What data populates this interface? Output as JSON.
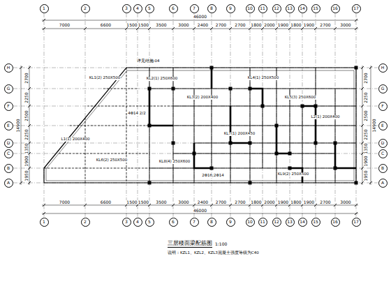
{
  "diagram": {
    "title": "三层楼面梁配筋图",
    "caption": "说明：KZL1、KZL2、KZL3混凝土强度等级为C40",
    "nodes": [
      {
        "text": [
          "1"
        ]
      },
      {
        "text": [
          "2"
        ]
      },
      {
        "text": [
          "3"
        ]
      },
      {
        "text": [
          "4"
        ]
      },
      {
        "text": [
          "5"
        ]
      },
      {
        "text": [
          "6"
        ]
      },
      {
        "text": [
          "7"
        ]
      },
      {
        "text": [
          "8"
        ]
      },
      {
        "text": [
          "9"
        ]
      },
      {
        "text": [
          "10"
        ]
      },
      {
        "text": [
          "11"
        ]
      },
      {
        "text": [
          "12"
        ]
      },
      {
        "text": [
          "13"
        ]
      },
      {
        "text": [
          "14"
        ]
      },
      {
        "text": [
          "15"
        ]
      },
      {
        "text": [
          "16"
        ]
      },
      {
        "text": [
          "17"
        ]
      },
      {
        "text": [
          "1"
        ]
      },
      {
        "text": [
          "2"
        ]
      },
      {
        "text": [
          "3"
        ]
      },
      {
        "text": [
          "4"
        ]
      },
      {
        "text": [
          "5"
        ]
      },
      {
        "text": [
          "6"
        ]
      },
      {
        "text": [
          "7"
        ]
      },
      {
        "text": [
          "8"
        ]
      },
      {
        "text": [
          "9"
        ]
      },
      {
        "text": [
          "10"
        ]
      },
      {
        "text": [
          "11"
        ]
      },
      {
        "text": [
          "12"
        ]
      },
      {
        "text": [
          "13"
        ]
      },
      {
        "text": [
          "14"
        ]
      },
      {
        "text": [
          "15"
        ]
      },
      {
        "text": [
          "16"
        ]
      },
      {
        "text": [
          "17"
        ]
      },
      {
        "text": [
          "H"
        ]
      },
      {
        "text": [
          "G"
        ]
      },
      {
        "text": [
          "F"
        ]
      },
      {
        "text": [
          "E"
        ]
      },
      {
        "text": [
          "D"
        ]
      },
      {
        "text": [
          "C"
        ]
      },
      {
        "text": [
          "B"
        ]
      },
      {
        "text": [
          "A"
        ]
      },
      {
        "text": [
          "H"
        ]
      },
      {
        "text": [
          "G"
        ]
      },
      {
        "text": [
          "F"
        ]
      },
      {
        "text": [
          "E"
        ]
      },
      {
        "text": [
          "D"
        ]
      },
      {
        "text": [
          "C"
        ]
      },
      {
        "text": [
          "B"
        ]
      },
      {
        "text": [
          "A"
        ]
      }
    ],
    "labels": [
      "7000",
      "6600",
      "1500",
      "1500",
      "3500",
      "3000",
      "2400",
      "2700",
      "2700",
      "1800",
      "2000",
      "1900",
      "1800",
      "1900",
      "2700",
      "3000",
      "46000",
      "7000",
      "6600",
      "1500",
      "1500",
      "3500",
      "3000",
      "2400",
      "2700",
      "2700",
      "1800",
      "2000",
      "1900",
      "1800",
      "1900",
      "2700",
      "3000",
      "46000",
      "2700",
      "2250",
      "2500",
      "2250",
      "1350",
      "1900",
      "1950",
      "14900",
      "2700",
      "2250",
      "2500",
      "2250",
      "1350",
      "1900",
      "1950",
      "14900",
      "1:100",
      "KL1(2) 250X500",
      "KL2(1) 250X600",
      "KL3(2) 200X400",
      "KL4(1) 250X500",
      "KL5(3) 250X600",
      "L1(1) 200X400",
      "KL6(2) 250X500",
      "KL7(1) 200X450",
      "L2(1) 200X400",
      "KL8(4) 250X600",
      "KL9(2) 250X500",
      "2Φ16;2Φ14",
      "详见结施-04",
      "4Φ14 2/2"
    ]
  }
}
